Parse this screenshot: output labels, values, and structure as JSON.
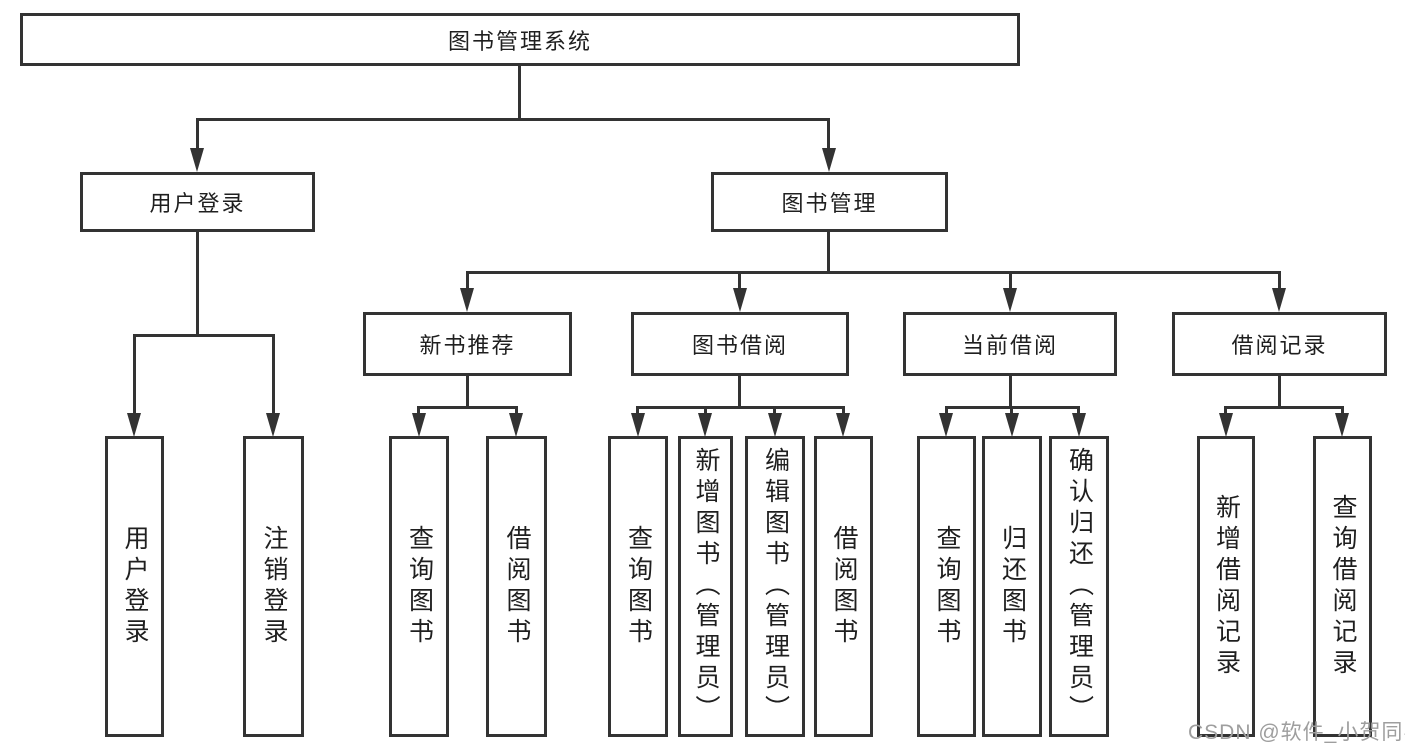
{
  "colors": {
    "line": "#333333",
    "text": "#1f1f1f",
    "watermark": "#9e9e9e",
    "background": "#ffffff"
  },
  "watermark": {
    "text": "CSDN @软件_小贺同学"
  },
  "tree": {
    "root": "图书管理系统",
    "children": [
      {
        "label": "用户登录",
        "children": [
          "用户登录",
          "注销登录"
        ]
      },
      {
        "label": "图书管理",
        "children": [
          {
            "label": "新书推荐",
            "children": [
              "查询图书",
              "借阅图书"
            ]
          },
          {
            "label": "图书借阅",
            "children": [
              "查询图书",
              "新增图书（管理员）",
              "编辑图书（管理员）",
              "借阅图书"
            ]
          },
          {
            "label": "当前借阅",
            "children": [
              "查询图书",
              "归还图书",
              "确认归还（管理员）"
            ]
          },
          {
            "label": "借阅记录",
            "children": [
              "新增借阅记录",
              "查询借阅记录"
            ]
          }
        ]
      }
    ]
  }
}
